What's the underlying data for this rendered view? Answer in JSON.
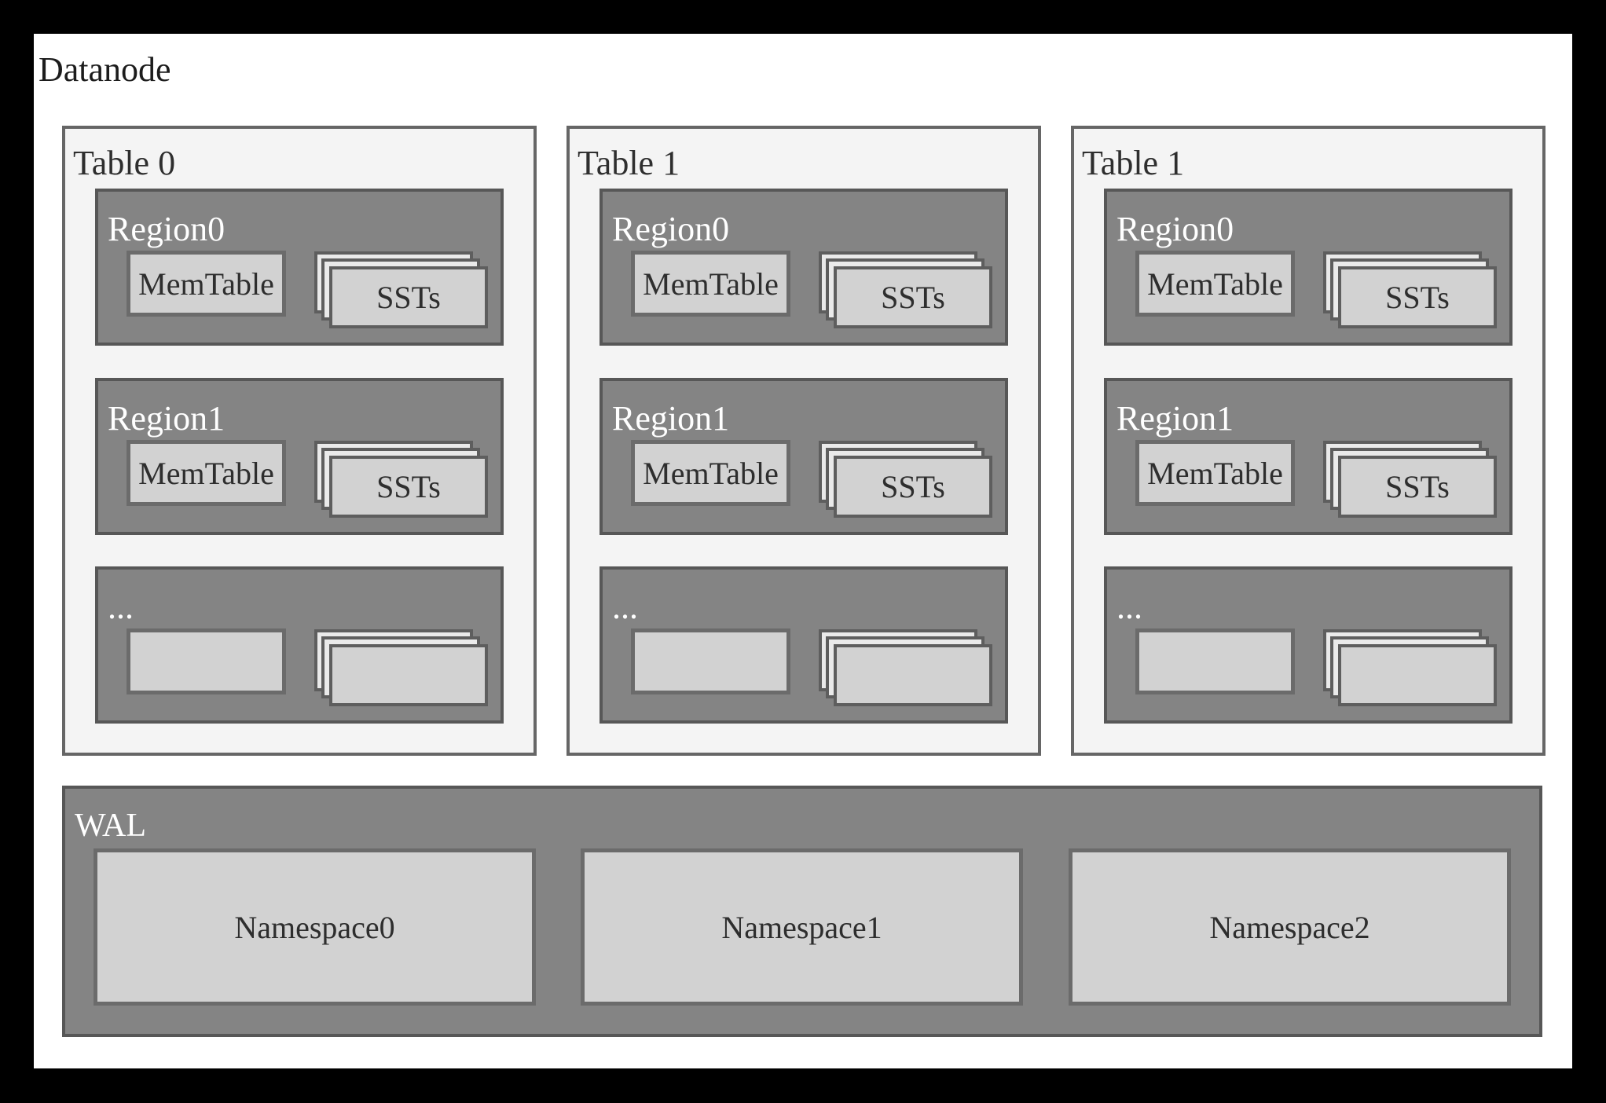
{
  "title": "Datanode",
  "tables": [
    {
      "label": "Table 0",
      "regions": [
        {
          "label": "Region0",
          "memtable": "MemTable",
          "ssts": "SSTs"
        },
        {
          "label": "Region1",
          "memtable": "MemTable",
          "ssts": "SSTs"
        },
        {
          "label": "...",
          "memtable": "",
          "ssts": ""
        }
      ]
    },
    {
      "label": "Table 1",
      "regions": [
        {
          "label": "Region0",
          "memtable": "MemTable",
          "ssts": "SSTs"
        },
        {
          "label": "Region1",
          "memtable": "MemTable",
          "ssts": "SSTs"
        },
        {
          "label": "...",
          "memtable": "",
          "ssts": ""
        }
      ]
    },
    {
      "label": "Table 1",
      "regions": [
        {
          "label": "Region0",
          "memtable": "MemTable",
          "ssts": "SSTs"
        },
        {
          "label": "Region1",
          "memtable": "MemTable",
          "ssts": "SSTs"
        },
        {
          "label": "...",
          "memtable": "",
          "ssts": ""
        }
      ]
    }
  ],
  "wal": {
    "label": "WAL",
    "namespaces": [
      "Namespace0",
      "Namespace1",
      "Namespace2"
    ]
  },
  "colors": {
    "frame": "#000000",
    "page_bg": "#ffffff",
    "panel_bg": "#f4f4f4",
    "panel_border": "#666666",
    "region_fill": "#848484",
    "region_border": "#575757",
    "box_fill": "#d2d2d2",
    "box_border": "#6b6b6b",
    "stack_back_fill": "#eaeaea",
    "text_dark": "#2e2e2e",
    "text_light": "#ffffff"
  }
}
